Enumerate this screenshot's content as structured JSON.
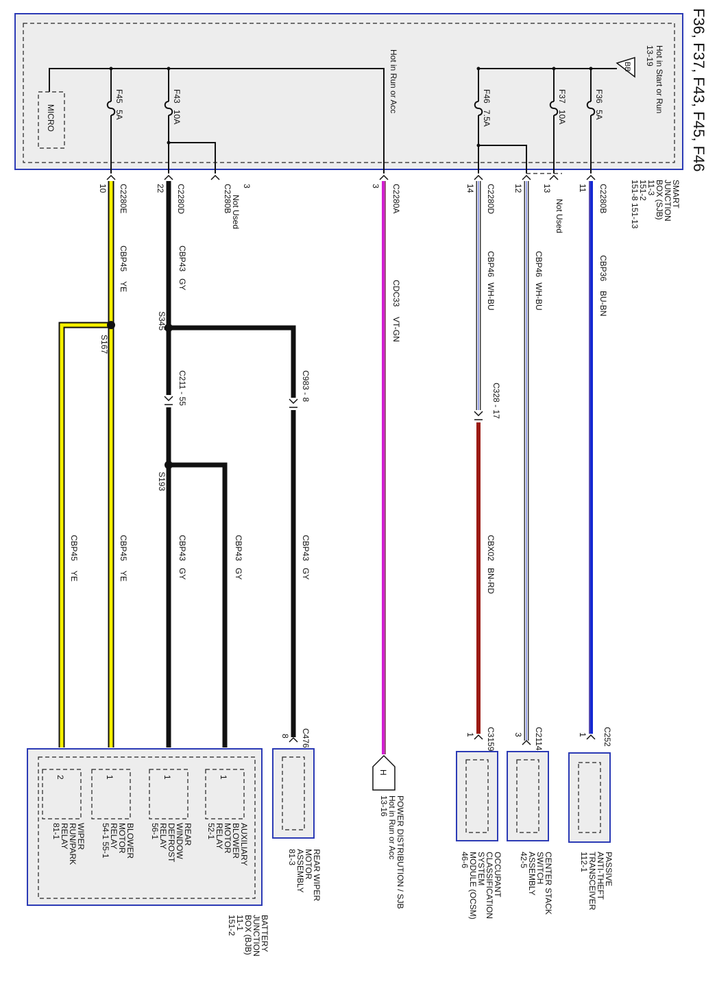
{
  "title": "F36, F37, F43, F45, F46",
  "sjb": {
    "name_lines": [
      "SMART",
      "JUNCTION",
      "BOX (SJB)",
      "11-3",
      "151-2",
      "151-8    151-13"
    ],
    "feed_start_run": {
      "lines": [
        "Hot in Start or Run",
        "13-19"
      ],
      "bus_symbol": "BB"
    },
    "feed_run_acc": "Hot in Run or Acc",
    "micro_label": "MICRO"
  },
  "fuses": [
    {
      "id": "F36",
      "rating": "5A"
    },
    {
      "id": "F37",
      "rating": "10A"
    },
    {
      "id": "F46",
      "rating": "7.5A"
    },
    {
      "id": "F43",
      "rating": "10A"
    },
    {
      "id": "F45",
      "rating": "5A"
    }
  ],
  "connectors": {
    "f36": {
      "name": "C2280B",
      "pin": "11"
    },
    "f37": {
      "name": "Not Used",
      "pin": "13"
    },
    "f46_center": {
      "pin": "12"
    },
    "f46": {
      "name": "C2280D",
      "pin": "14"
    },
    "run_acc": {
      "name": "C2280A",
      "pin": "3"
    },
    "f43_unused": {
      "name": "C2280B",
      "pin": "3",
      "note": "Not Used"
    },
    "f43": {
      "name": "C2280D",
      "pin": "22"
    },
    "f45": {
      "name": "C2280E",
      "pin": "10"
    }
  },
  "wires": {
    "cbp36": {
      "circuit": "CBP36",
      "color": "BU-BN",
      "hex": "#1428d2"
    },
    "cbp46_a": {
      "circuit": "CBP46",
      "color": "WH-BU"
    },
    "cbp46_b": {
      "circuit": "CBP46",
      "color": "WH-BU"
    },
    "cbx02": {
      "circuit": "CBX02",
      "color": "BN-RD",
      "hex": "#9b1a12"
    },
    "cdc33": {
      "circuit": "CDC33",
      "color": "VT-GN",
      "hex": "#d21fd2"
    },
    "cbp43_main": {
      "circuit": "CBP43",
      "color": "GY"
    },
    "cbp43_rear": {
      "circuit": "CBP43",
      "color": "GY"
    },
    "cbp43_aux": {
      "circuit": "CBP43",
      "color": "GY"
    },
    "cbp43_defrost": {
      "circuit": "CBP43",
      "color": "GY"
    },
    "cbp45_main": {
      "circuit": "CBP45",
      "color": "YE",
      "hex": "#f5f000"
    },
    "cbp45_blower": {
      "circuit": "CBP45",
      "color": "YE"
    },
    "cbp45_wiper": {
      "circuit": "CBP45",
      "color": "YE"
    }
  },
  "inline_connectors": {
    "c328": "C328 - 17",
    "c983": "C983 - 8",
    "c211": "C211 - 55"
  },
  "splices": [
    "S345",
    "S193",
    "S167"
  ],
  "components": {
    "pats": {
      "connector": "C252",
      "pin": "1",
      "lines": [
        "PASSIVE",
        "ANTI-THEFT",
        "TRANSCEIVER",
        "112-1"
      ]
    },
    "center_stack": {
      "connector": "C2114",
      "pin": "3",
      "lines": [
        "CENTER STACK",
        "SWITCH",
        "ASSEMBLY",
        "42-5"
      ]
    },
    "ocsm": {
      "connector": "C3159",
      "pin": "1",
      "lines": [
        "OCCUPANT",
        "CLASSIFICATION",
        "SYSTEM",
        "MODULE (OCSM)",
        "46-6"
      ]
    },
    "power_dist": {
      "symbol": "H",
      "lines": [
        "POWER DISTRIBUTION / SJB",
        "Hot in Run or Acc",
        "13-16"
      ]
    },
    "rear_wiper": {
      "connector": "C476",
      "pin": "8",
      "lines": [
        "REAR WIPER",
        "MOTOR",
        "ASSEMBLY",
        "81-3"
      ]
    },
    "bjb": {
      "lines": [
        "BATTERY",
        "JUNCTION",
        "BOX (BJB)",
        "11-1",
        "151-2"
      ],
      "relays": [
        {
          "pin": "1",
          "lines": [
            "AUXILIARY",
            "BLOWER",
            "MOTOR",
            "RELAY",
            "52-1"
          ]
        },
        {
          "pin": "1",
          "lines": [
            "REAR",
            "WINDOW",
            "DEFROST",
            "RELAY",
            "56-1"
          ]
        },
        {
          "pin": "1",
          "lines": [
            "BLOWER",
            "MOTOR",
            "RELAY",
            "54-1  55-1"
          ]
        },
        {
          "pin": "2",
          "lines": [
            "WIPER",
            "RUN/PARK",
            "RELAY",
            "81-1"
          ]
        }
      ]
    }
  }
}
